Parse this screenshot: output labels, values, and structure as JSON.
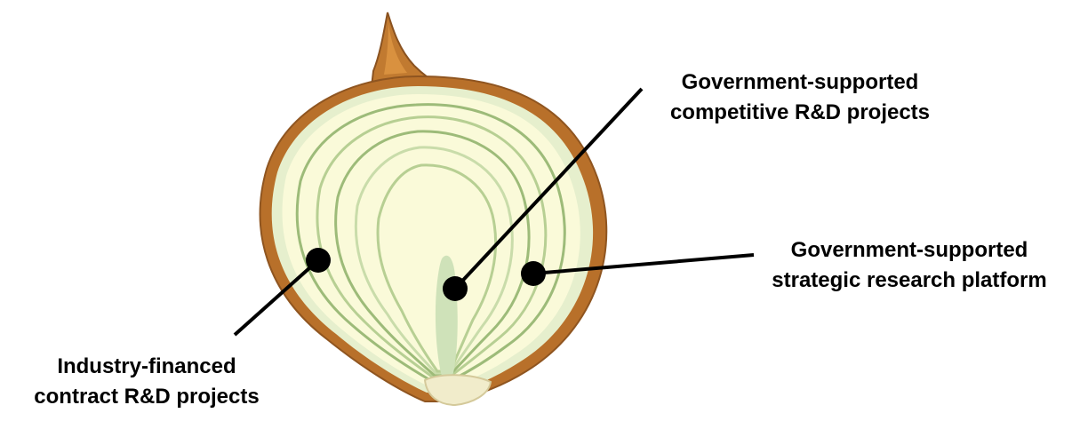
{
  "labels": {
    "competitive": {
      "line1": "Government-supported",
      "line2": "competitive R&D projects"
    },
    "strategic": {
      "line1": "Government-supported",
      "line2": "strategic research platform"
    },
    "industry": {
      "line1": "Industry-financed",
      "line2": "contract R&D projects"
    }
  },
  "colors": {
    "skin": "#b8702a",
    "skin_highlight": "#d9913f",
    "outer_flesh": "#e6efcd",
    "flesh": "#fafad9",
    "ring": "#9dbb79",
    "ring_light": "#c9dcaa",
    "core": "#cfe2b9",
    "root_plate": "#f1eccb",
    "marker": "#000000"
  }
}
